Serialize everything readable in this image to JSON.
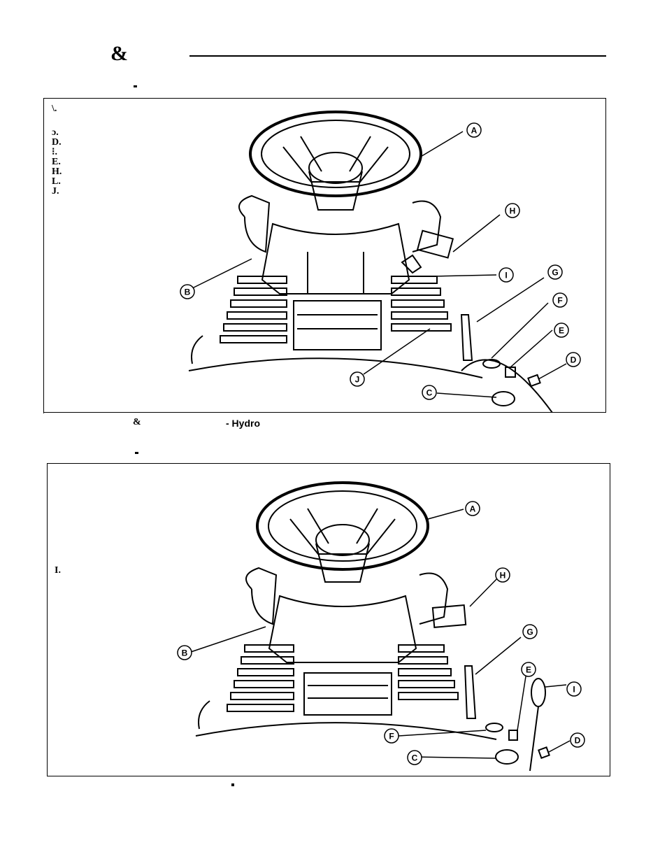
{
  "header": {
    "title_glyph": "&"
  },
  "figure1": {
    "side_letters": [
      "\\.",
      "",
      "ɔ.",
      "D.",
      "⁝.",
      "E.",
      "H.",
      "L.",
      "J."
    ],
    "caption_amp": "&",
    "caption_text": "- Hydro",
    "callouts": [
      "A",
      "B",
      "C",
      "D",
      "E",
      "F",
      "G",
      "H",
      "I",
      "J"
    ]
  },
  "figure2": {
    "side_letter": "I.",
    "callouts": [
      "A",
      "B",
      "C",
      "D",
      "E",
      "F",
      "G",
      "H",
      "I"
    ]
  }
}
